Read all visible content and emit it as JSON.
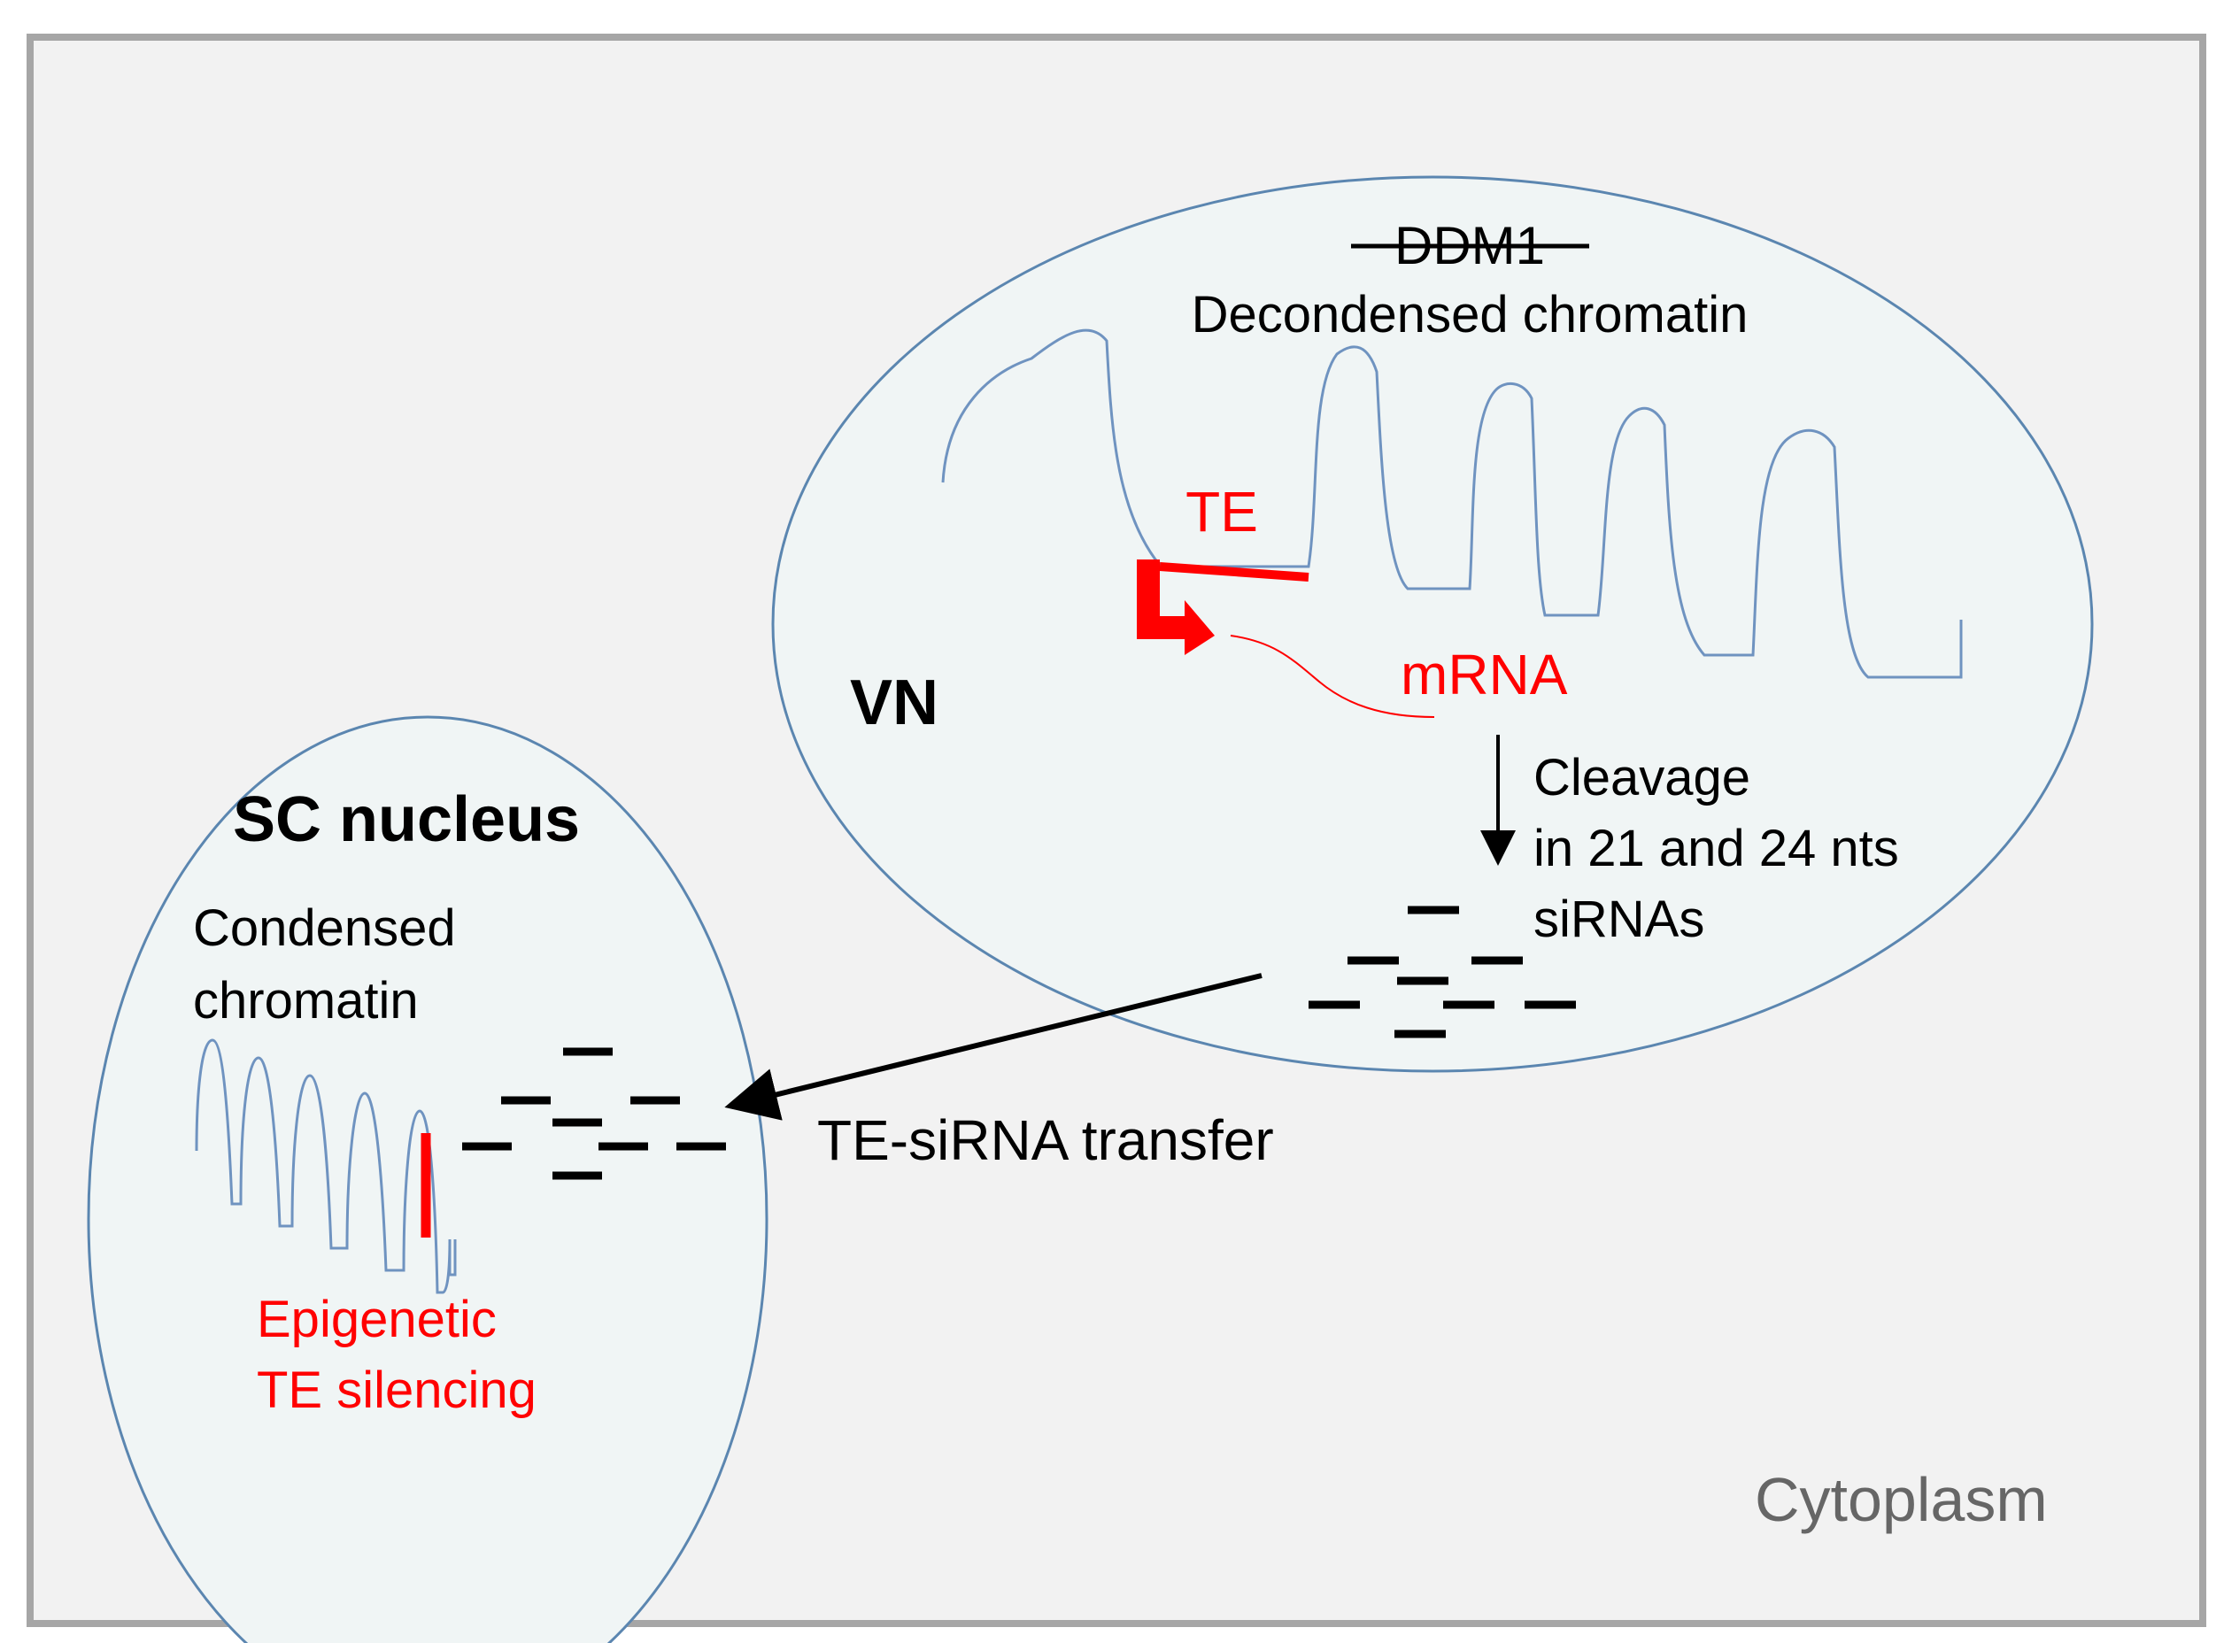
{
  "colors": {
    "frame_border": "#a6a6a6",
    "frame_fill": "#f2f2f2",
    "cell_fill": "#f0f5f5",
    "cell_stroke": "#5b86b0",
    "chromatin": "#6f93c0",
    "highlight_red": "#ff0000",
    "text": "#000000",
    "label_grey": "#666666"
  },
  "vn": {
    "struck_gene": "DDM1",
    "chromatin_state": "Decondensed chromatin",
    "te_label": "TE",
    "mrna_label": "mRNA",
    "nucleus_label": "VN",
    "cleavage_lines": [
      "Cleavage",
      "in 21 and 24 nts",
      "siRNAs"
    ]
  },
  "sc": {
    "nucleus_label": "SC nucleus",
    "chromatin_lines": [
      "Condensed",
      "chromatin"
    ],
    "silencing_lines": [
      "Epigenetic",
      "TE silencing"
    ]
  },
  "transfer_label": "TE-siRNA transfer",
  "cytoplasm_label": "Cytoplasm",
  "icons": {
    "cleavage_arrow": "arrow-down-icon",
    "transfer_arrow": "arrow-left-icon",
    "te_promoter": "bent-arrow-icon"
  }
}
